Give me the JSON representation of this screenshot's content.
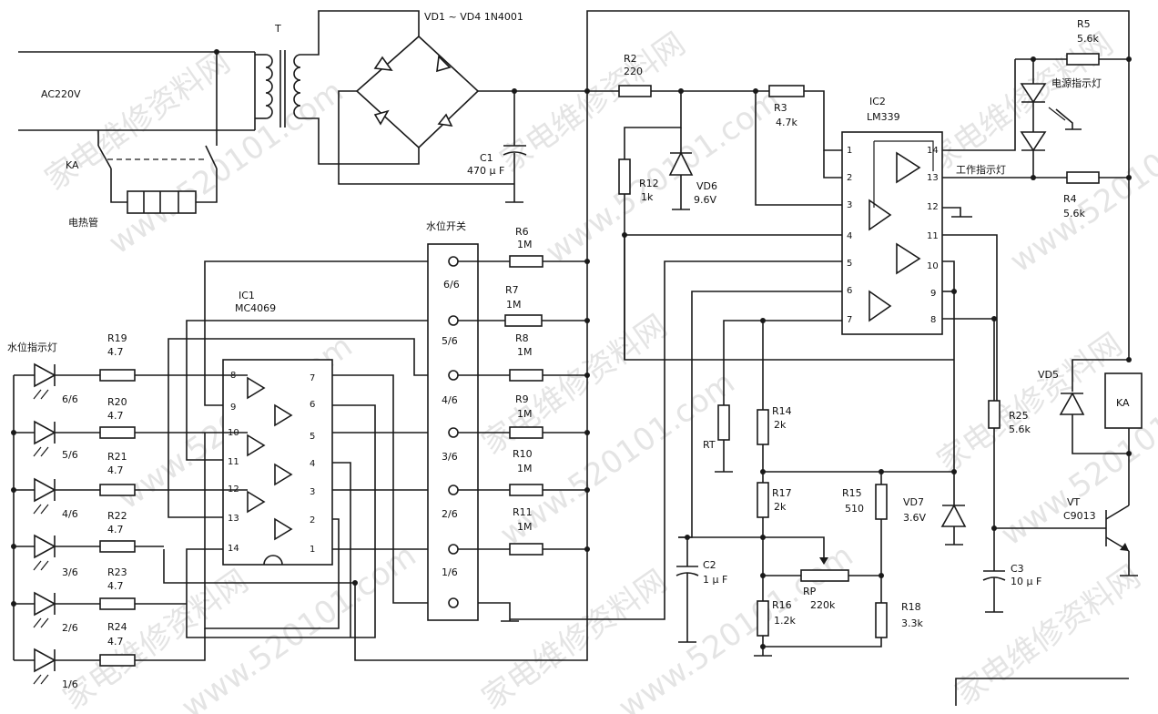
{
  "labels": {
    "ac": "AC220V",
    "transformer": "T",
    "rectifier": "VD1 ~ VD4  1N4001",
    "ka_contact": "KA",
    "heater": "电热管",
    "c1": "C1",
    "c1v": "470 μ F",
    "r2": "R2",
    "r2v": "220",
    "r12": "R12",
    "r12v": "1k",
    "vd6": "VD6",
    "vd6v": "9.6V",
    "r3": "R3",
    "r3v": "4.7k",
    "ic2": "IC2",
    "ic2v": "LM339",
    "r5": "R5",
    "r5v": "5.6k",
    "power_led": "电源指示灯",
    "work_led": "工作指示灯",
    "r4": "R4",
    "r4v": "5.6k",
    "level_switch": "水位开关",
    "r6": "R6",
    "r6v": "1M",
    "r7": "R7",
    "r7v": "1M",
    "r8": "R8",
    "r8v": "1M",
    "r9": "R9",
    "r9v": "1M",
    "r10": "R10",
    "r10v": "1M",
    "r11": "R11",
    "r11v": "1M",
    "ic1": "IC1",
    "ic1v": "MC4069",
    "level_leds": "水位指示灯",
    "r19": "R19",
    "r19v": "4.7",
    "r20": "R20",
    "r20v": "4.7",
    "r21": "R21",
    "r21v": "4.7",
    "r22": "R22",
    "r22v": "4.7",
    "r23": "R23",
    "r23v": "4.7",
    "r24": "R24",
    "r24v": "4.7",
    "lvl6": "6/6",
    "lvl5": "5/6",
    "lvl4": "4/6",
    "lvl3": "3/6",
    "lvl2": "2/6",
    "lvl1": "1/6",
    "rt": "RT",
    "r14": "R14",
    "r14v": "2k",
    "r17": "R17",
    "r17v": "2k",
    "r15": "R15",
    "r15v": "510",
    "vd7": "VD7",
    "vd7v": "3.6V",
    "r25": "R25",
    "r25v": "5.6k",
    "vd5": "VD5",
    "ka_coil": "KA",
    "vt": "VT",
    "vtv": "C9013",
    "c2": "C2",
    "c2v": "1 μ F",
    "rp": "RP",
    "rpv": "220k",
    "r16": "R16",
    "r16v": "1.2k",
    "r18": "R18",
    "r18v": "3.3k",
    "c3": "C3",
    "c3v": "10 μ F"
  },
  "pins": {
    "p1": "1",
    "p2": "2",
    "p3": "3",
    "p4": "4",
    "p5": "5",
    "p6": "6",
    "p7": "7",
    "p8": "8",
    "p9": "9",
    "p10": "10",
    "p11": "11",
    "p12": "12",
    "p13": "13",
    "p14": "14"
  },
  "watermark": {
    "text1": "家电维修资料网",
    "text2": "www.520101.com"
  }
}
